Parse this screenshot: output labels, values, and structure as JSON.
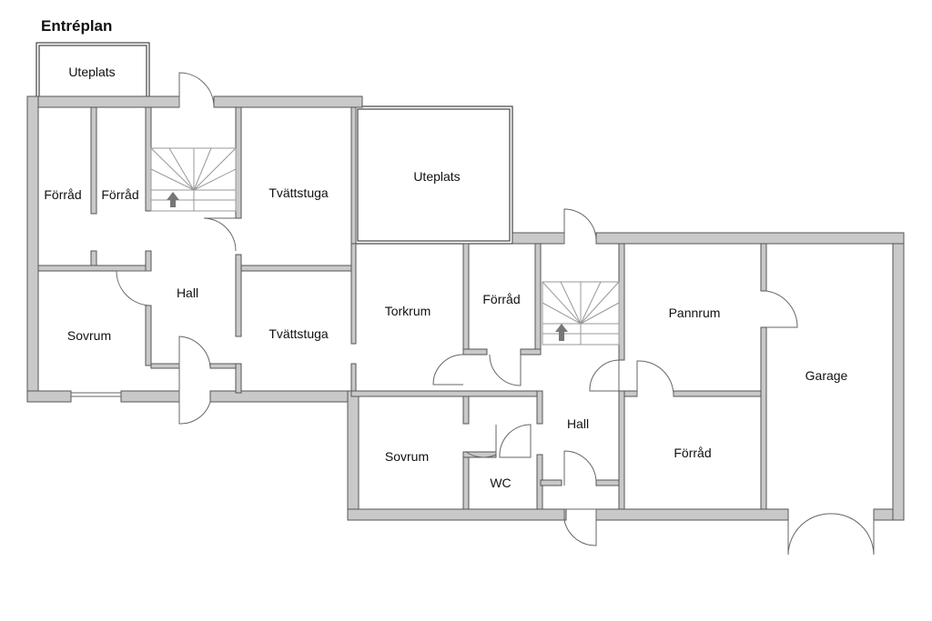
{
  "title": "Entréplan",
  "rooms": {
    "uteplats_1": "Uteplats",
    "forrad_1": "Förråd",
    "forrad_2": "Förråd",
    "tvattstuga_1": "Tvättstuga",
    "hall_1": "Hall",
    "sovrum_1": "Sovrum",
    "tvattstuga_2": "Tvättstuga",
    "uteplats_2": "Uteplats",
    "torkrum": "Torkrum",
    "forrad_3": "Förråd",
    "pannrum": "Pannrum",
    "garage": "Garage",
    "sovrum_2": "Sovrum",
    "wc": "WC",
    "hall_2": "Hall",
    "forrad_4": "Förråd"
  },
  "colors": {
    "wall": "#c9c9c9",
    "outline": "#555555",
    "arrow": "#777777"
  }
}
